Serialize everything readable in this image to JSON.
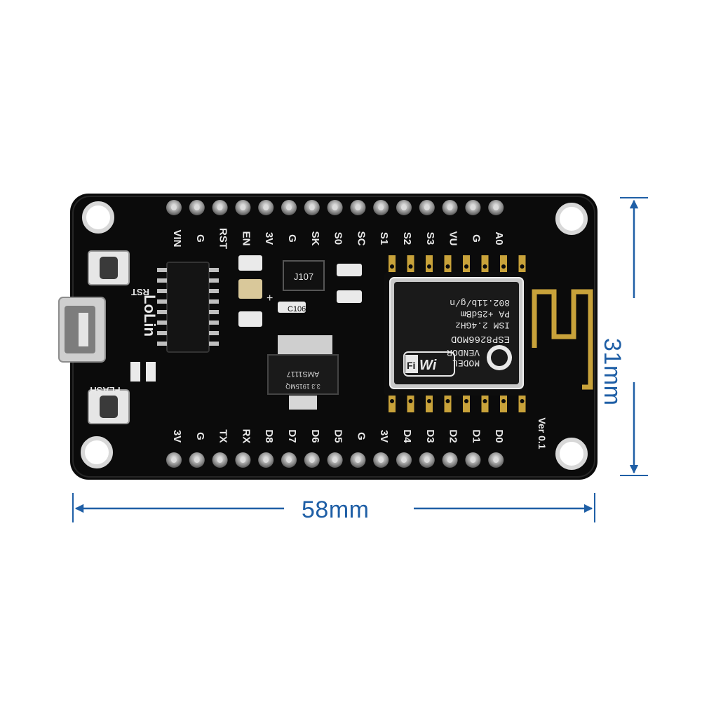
{
  "dimensions": {
    "width": "58mm",
    "height": "31mm"
  },
  "top_pins": [
    "VIN",
    "G",
    "RST",
    "EN",
    "3V",
    "G",
    "SK",
    "S0",
    "SC",
    "S1",
    "S2",
    "S3",
    "VU",
    "G",
    "A0"
  ],
  "bottom_pins": [
    "3V",
    "G",
    "TX",
    "RX",
    "D8",
    "D7",
    "D6",
    "D5",
    "G",
    "3V",
    "D4",
    "D3",
    "D2",
    "D1",
    "D0"
  ],
  "board": {
    "brand": "LoLin",
    "rst_label": "RST",
    "flash_label": "FLASH",
    "version": "Ver 0.1",
    "j107": "J107",
    "c106": "C106",
    "regulator": "AMS1117",
    "reg_sub": "3.3 1915MQ",
    "plus": "+"
  },
  "module": {
    "model": "MODEL",
    "vendor": "VENDOR",
    "name": "ESP8266MOD",
    "ism": "ISM 2.4GHz",
    "pa": "PA +25dBm",
    "std": "802.11b/g/n",
    "wifi": "Wi",
    "wifi_fi": "Fi"
  },
  "colors": {
    "board": "#0b0b0b",
    "silk": "#e8e8e8",
    "gold": "#c8a23a",
    "dim": "#1f5fa6",
    "module": "#c9c9c9"
  }
}
